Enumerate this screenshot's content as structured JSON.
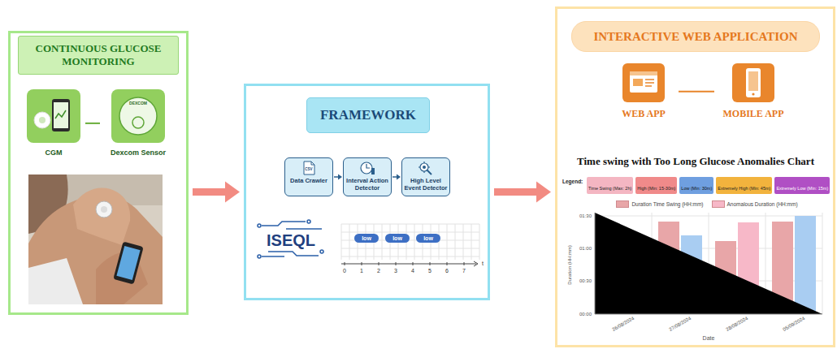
{
  "diagram": {
    "nodes": [
      {
        "text": [
          "CONTINUOUS GLUCOSE MONITORING"
        ]
      },
      {
        "text": [
          "CGM"
        ],
        "in": 0
      },
      {
        "text": [
          "Dexcom Sensor"
        ],
        "in": 0
      },
      {
        "text": [
          "FRAMEWORK"
        ]
      },
      {
        "text": [
          "Data Crawler"
        ],
        "in": 3
      },
      {
        "text": [
          "Interval Action Detector"
        ],
        "in": 3
      },
      {
        "text": [
          "High Level Event Detector"
        ],
        "in": 3
      },
      {
        "text": [
          "low"
        ],
        "in": 3
      },
      {
        "text": [
          "low"
        ],
        "in": 3
      },
      {
        "text": [
          "low"
        ],
        "in": 3
      },
      {
        "text": [
          "INTERACTIVE WEB APPLICATION"
        ]
      },
      {
        "text": [
          "WEB APP"
        ],
        "in": 10
      },
      {
        "text": [
          "MOBILE APP"
        ],
        "in": 10
      }
    ],
    "edges": [
      {
        "from": 0,
        "to": 3,
        "arrow": "to"
      },
      {
        "from": 1,
        "to": 2,
        "arrow": "none"
      },
      {
        "from": 4,
        "to": 5,
        "arrow": "to"
      },
      {
        "from": 5,
        "to": 6,
        "arrow": "to"
      },
      {
        "from": 3,
        "to": 10,
        "arrow": "to"
      },
      {
        "from": 11,
        "to": 12,
        "arrow": "none"
      }
    ],
    "labels": [
      "DEXCOM",
      "CSV",
      "ISEQL",
      "0",
      "1",
      "2",
      "3",
      "4",
      "5",
      "6",
      "7",
      "t",
      "Time swing with Too Long Glucose Anomalies Chart",
      "Legend:",
      "01:30",
      "01:00",
      "00:30",
      "00:00",
      "Duration (HH:mm)",
      "26/08/2024",
      "27/08/2024",
      "28/08/2024",
      "05/09/2024",
      "Date"
    ],
    "legend": [
      {
        "text": "Time Swing (Max: 2h)",
        "color": "#f4b6c2"
      },
      {
        "text": "High (Min: 15-30m)",
        "color": "#f08a8a"
      },
      {
        "text": "Low (Min: 30m)",
        "color": "#6f9fe0"
      },
      {
        "text": "Extremely High (Min: 45m)",
        "color": "#f2b33d"
      },
      {
        "text": "Extremely Low (Min: 15m)",
        "color": "#b04fc4"
      },
      {
        "text": "Duration Time Swing (HH:mm)",
        "color": "#e8a6a8"
      },
      {
        "text": "Anomalous Duration (HH:mm)",
        "color": "#f7b8c8"
      }
    ]
  }
}
